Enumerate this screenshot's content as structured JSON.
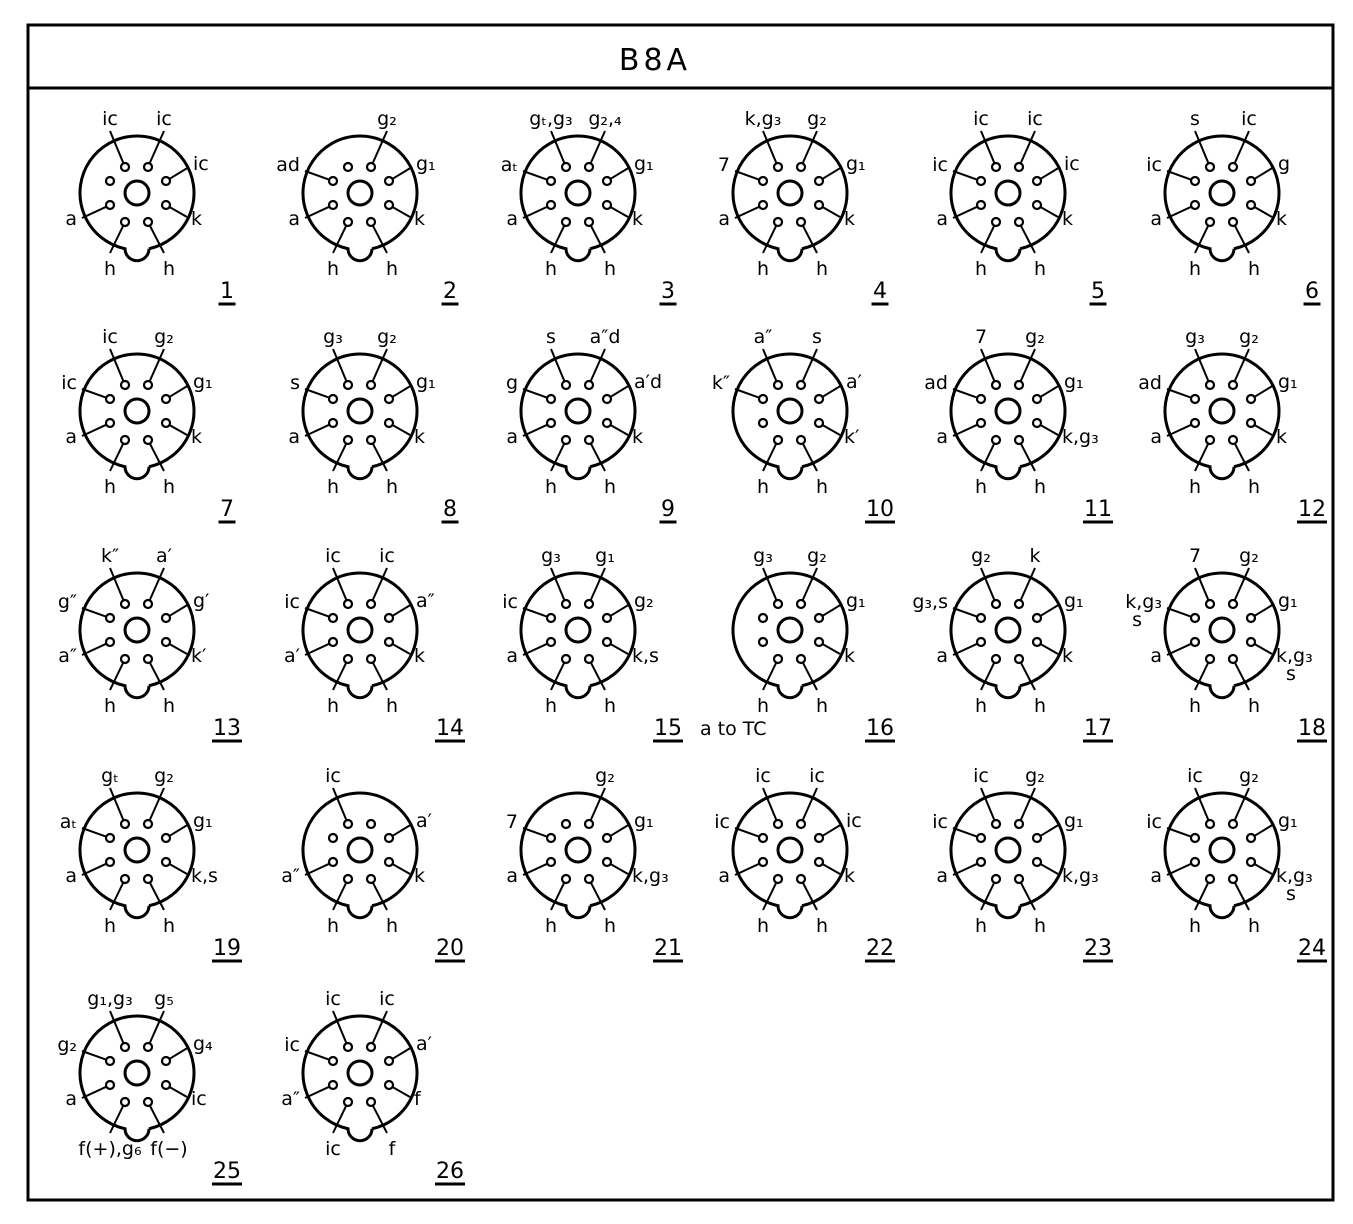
{
  "title": "B8A",
  "diagrams": [
    {
      "number": "1",
      "pins": [
        "ic",
        "ic",
        "ic",
        "k",
        "h",
        "h",
        "a",
        ""
      ]
    },
    {
      "number": "2",
      "pins": [
        "",
        "g₂",
        "g₁",
        "k",
        "h",
        "h",
        "a",
        "ad"
      ]
    },
    {
      "number": "3",
      "pins": [
        "gₜ,g₃",
        "g₂,₄",
        "g₁",
        "k",
        "h",
        "h",
        "a",
        "aₜ"
      ]
    },
    {
      "number": "4",
      "pins": [
        "k,g₃",
        "g₂",
        "g₁",
        "k",
        "h",
        "h",
        "a",
        "7"
      ]
    },
    {
      "number": "5",
      "pins": [
        "ic",
        "ic",
        "ic",
        "k",
        "h",
        "h",
        "a",
        "ic"
      ]
    },
    {
      "number": "6",
      "pins": [
        "s",
        "ic",
        "g",
        "k",
        "h",
        "h",
        "a",
        "ic"
      ]
    },
    {
      "number": "7",
      "pins": [
        "ic",
        "g₂",
        "g₁",
        "k",
        "h",
        "h",
        "a",
        "ic"
      ]
    },
    {
      "number": "8",
      "pins": [
        "g₃",
        "g₂",
        "g₁",
        "k",
        "h",
        "h",
        "a",
        "s"
      ]
    },
    {
      "number": "9",
      "pins": [
        "s",
        "a″d",
        "a′d",
        "k",
        "h",
        "h",
        "a",
        "g"
      ]
    },
    {
      "number": "10",
      "pins": [
        "a″",
        "s",
        "a′",
        "k′",
        "h",
        "h",
        "",
        "k″"
      ]
    },
    {
      "number": "11",
      "pins": [
        "7",
        "g₂",
        "g₁",
        "k,g₃",
        "h",
        "h",
        "a",
        "ad"
      ]
    },
    {
      "number": "12",
      "pins": [
        "g₃",
        "g₂",
        "g₁",
        "k",
        "h",
        "h",
        "a",
        "ad"
      ]
    },
    {
      "number": "13",
      "pins": [
        "k″",
        "a′",
        "g′",
        "k′",
        "h",
        "h",
        "a″",
        "g″"
      ]
    },
    {
      "number": "14",
      "pins": [
        "ic",
        "ic",
        "a″",
        "k",
        "h",
        "h",
        "a′",
        "ic"
      ]
    },
    {
      "number": "15",
      "pins": [
        "g₃",
        "g₁",
        "g₂",
        "k,s",
        "h",
        "h",
        "a",
        "ic"
      ]
    },
    {
      "number": "16",
      "pins": [
        "g₃",
        "g₂",
        "g₁",
        "k",
        "h",
        "h",
        "",
        ""
      ],
      "note": "a to TC"
    },
    {
      "number": "17",
      "pins": [
        "g₂",
        "k",
        "g₁",
        "k",
        "h",
        "h",
        "a",
        "g₃,s"
      ]
    },
    {
      "number": "18",
      "pins": [
        "7",
        "g₂",
        "g₁",
        "k,g₃ s",
        "h",
        "h",
        "a",
        "k,g₃ s"
      ]
    },
    {
      "number": "19",
      "pins": [
        "gₜ",
        "g₂",
        "g₁",
        "k,s",
        "h",
        "h",
        "a",
        "aₜ"
      ]
    },
    {
      "number": "20",
      "pins": [
        "ic",
        "",
        "a′",
        "k",
        "h",
        "h",
        "a″",
        ""
      ]
    },
    {
      "number": "21",
      "pins": [
        "",
        "g₂",
        "g₁",
        "k,g₃",
        "h",
        "h",
        "a",
        "7"
      ]
    },
    {
      "number": "22",
      "pins": [
        "ic",
        "ic",
        "ic",
        "k",
        "h",
        "h",
        "a",
        "ic"
      ]
    },
    {
      "number": "23",
      "pins": [
        "ic",
        "g₂",
        "g₁",
        "k,g₃",
        "h",
        "h",
        "a",
        "ic"
      ]
    },
    {
      "number": "24",
      "pins": [
        "ic",
        "g₂",
        "g₁",
        "k,g₃ s",
        "h",
        "h",
        "a",
        "ic"
      ]
    },
    {
      "number": "25",
      "pins": [
        "g₁,g₃",
        "g₅",
        "g₄",
        "ic",
        "f(−)",
        "f(+),g₆",
        "a",
        "g₂"
      ]
    },
    {
      "number": "26",
      "pins": [
        "ic",
        "ic",
        "a′",
        "f",
        "f",
        "ic",
        "a″",
        "ic"
      ]
    }
  ]
}
